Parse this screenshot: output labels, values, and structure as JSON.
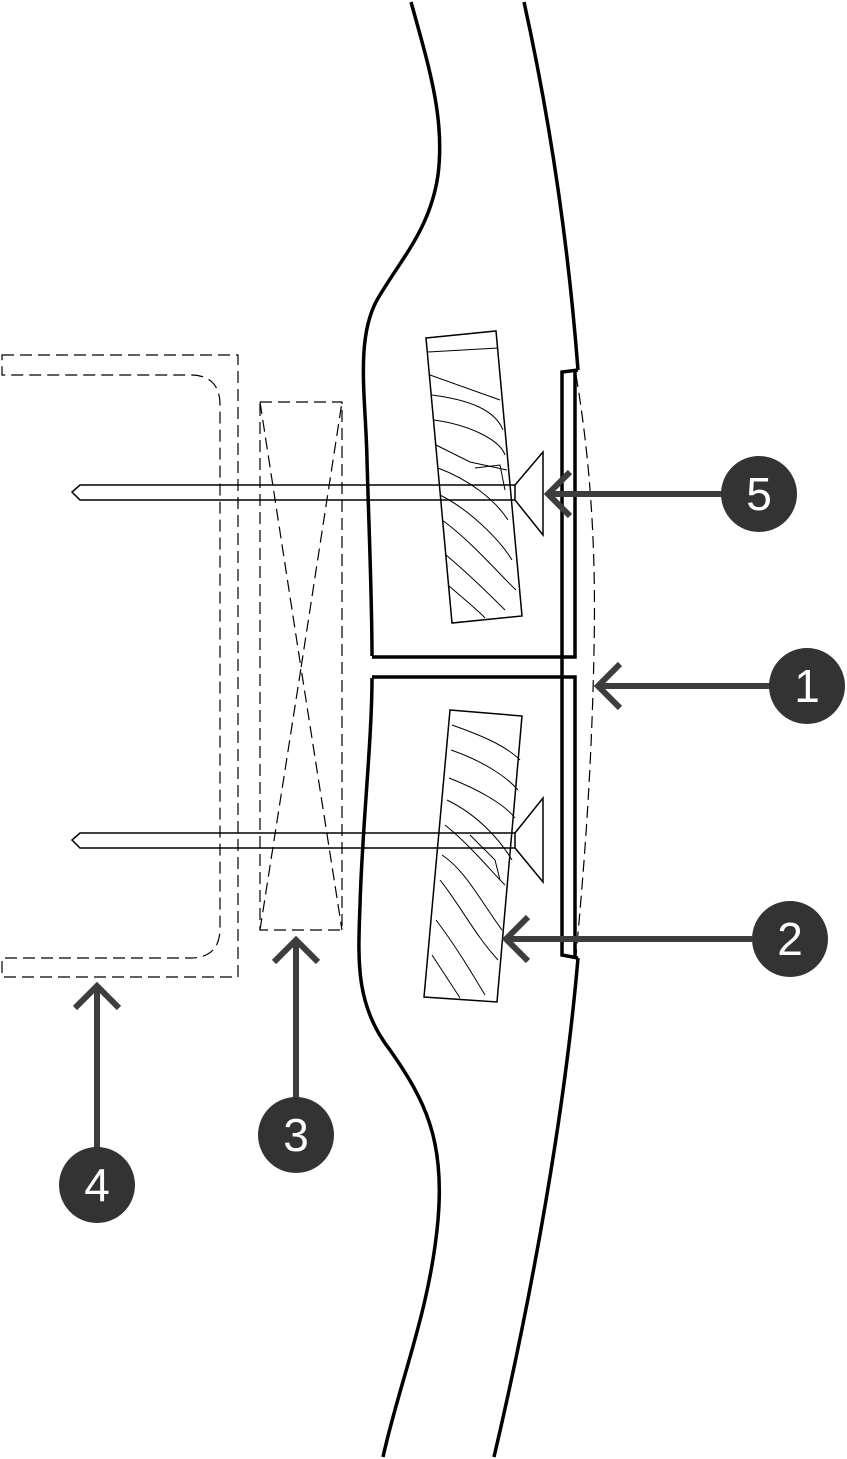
{
  "callouts": [
    {
      "id": "1",
      "label": "1"
    },
    {
      "id": "2",
      "label": "2"
    },
    {
      "id": "3",
      "label": "3"
    },
    {
      "id": "4",
      "label": "4"
    },
    {
      "id": "5",
      "label": "5"
    }
  ],
  "colors": {
    "line": "#000000",
    "callout_fill": "#333333",
    "callout_text": "#ffffff",
    "arrow": "#3d3d3d",
    "background": "#ffffff"
  }
}
